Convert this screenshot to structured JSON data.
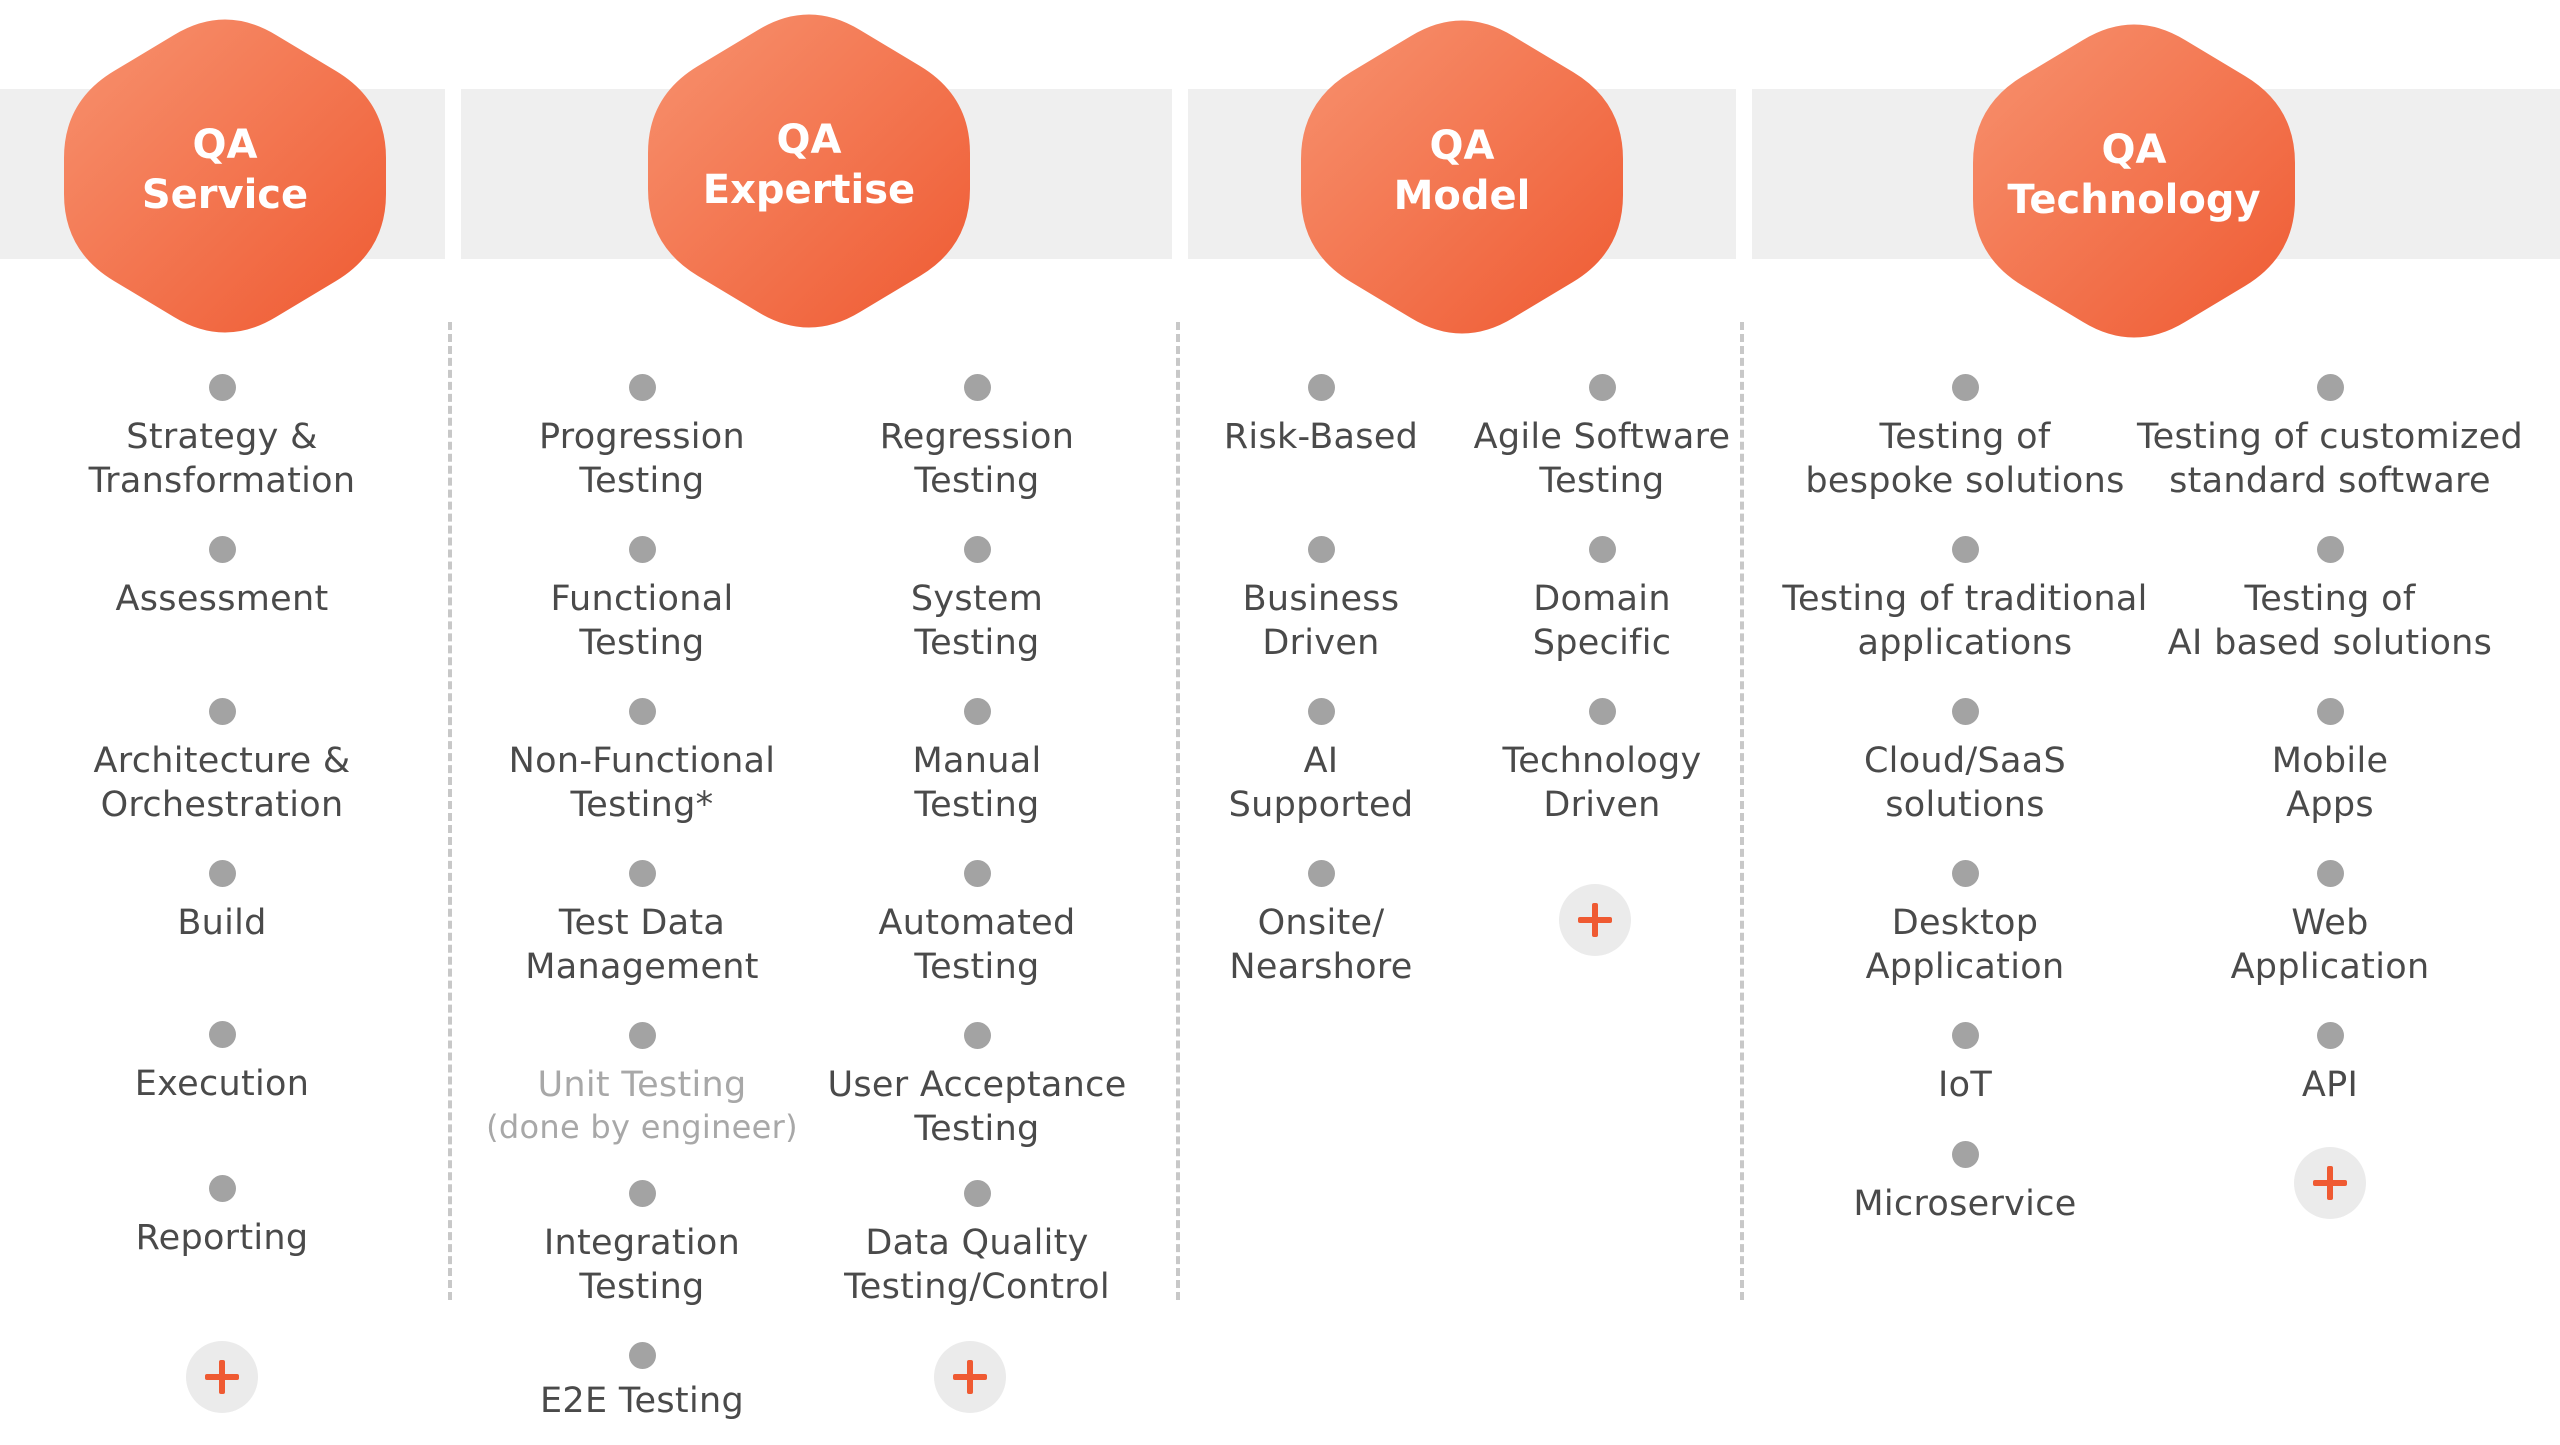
{
  "colors": {
    "accent_light": "#F7926F",
    "accent_dark": "#EF5A32",
    "band": "#EFEFEF",
    "dot": "#A3A3A3",
    "text": "#4A4A4A",
    "muted_text": "#A8A8A8",
    "divider": "#C8C8C8"
  },
  "icons": {
    "add": "plus-icon",
    "bullet": "dot-icon"
  },
  "sections": [
    {
      "title": [
        "QA",
        "Service"
      ],
      "columns": [
        {
          "items": [
            {
              "lines": [
                "Strategy &",
                "Transformation"
              ]
            },
            {
              "lines": [
                "Assessment"
              ]
            },
            {
              "lines": [
                "Architecture &",
                "Orchestration"
              ]
            },
            {
              "lines": [
                "Build"
              ]
            },
            {
              "lines": [
                "Execution"
              ]
            },
            {
              "lines": [
                "Reporting"
              ]
            }
          ]
        }
      ]
    },
    {
      "title": [
        "QA",
        "Expertise"
      ],
      "columns": [
        {
          "items": [
            {
              "lines": [
                "Progression",
                "Testing"
              ]
            },
            {
              "lines": [
                "Functional",
                "Testing"
              ]
            },
            {
              "lines": [
                "Non-Functional",
                "Testing*"
              ]
            },
            {
              "lines": [
                "Test Data",
                "Management"
              ]
            },
            {
              "lines": [
                "Unit Testing",
                "(done by engineer)"
              ],
              "muted": true
            },
            {
              "lines": [
                "Integration",
                "Testing"
              ]
            },
            {
              "lines": [
                "E2E Testing"
              ]
            }
          ]
        },
        {
          "items": [
            {
              "lines": [
                "Regression",
                "Testing"
              ]
            },
            {
              "lines": [
                "System",
                "Testing"
              ]
            },
            {
              "lines": [
                "Manual",
                "Testing"
              ]
            },
            {
              "lines": [
                "Automated",
                "Testing"
              ]
            },
            {
              "lines": [
                "User Acceptance",
                "Testing"
              ]
            },
            {
              "lines": [
                "Data Quality",
                "Testing/Control"
              ]
            }
          ]
        }
      ]
    },
    {
      "title": [
        "QA",
        "Model"
      ],
      "columns": [
        {
          "items": [
            {
              "lines": [
                "Risk-Based"
              ]
            },
            {
              "lines": [
                "Business",
                "Driven"
              ]
            },
            {
              "lines": [
                "AI",
                "Supported"
              ]
            },
            {
              "lines": [
                "Onsite/",
                "Nearshore"
              ]
            }
          ]
        },
        {
          "items": [
            {
              "lines": [
                "Agile Software",
                "Testing"
              ]
            },
            {
              "lines": [
                "Domain",
                "Specific"
              ]
            },
            {
              "lines": [
                "Technology",
                "Driven"
              ]
            }
          ]
        }
      ]
    },
    {
      "title": [
        "QA",
        "Technology"
      ],
      "columns": [
        {
          "items": [
            {
              "lines": [
                "Testing of",
                "bespoke solutions"
              ]
            },
            {
              "lines": [
                "Testing of traditional",
                "applications"
              ]
            },
            {
              "lines": [
                "Cloud/SaaS",
                "solutions"
              ]
            },
            {
              "lines": [
                "Desktop",
                "Application"
              ]
            },
            {
              "lines": [
                "IoT"
              ]
            },
            {
              "lines": [
                "Microservice"
              ]
            }
          ]
        },
        {
          "items": [
            {
              "lines": [
                "Testing of customized",
                "standard software"
              ]
            },
            {
              "lines": [
                "Testing of",
                "AI based solutions"
              ]
            },
            {
              "lines": [
                "Mobile",
                "Apps"
              ]
            },
            {
              "lines": [
                "Web",
                "Application"
              ]
            },
            {
              "lines": [
                "API"
              ]
            }
          ]
        }
      ]
    }
  ]
}
